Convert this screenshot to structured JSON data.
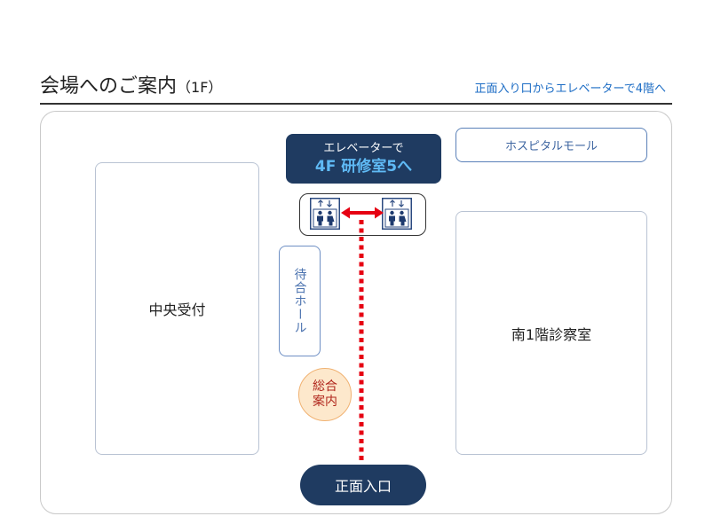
{
  "header": {
    "title": "会場へのご案内",
    "floor": "（1F）",
    "note": "正面入り口からエレベーターで4階へ"
  },
  "map": {
    "elevator_sign": {
      "line1": "エレベーターで",
      "line2": "4F 研修室5へ"
    },
    "central_reception": "中央受付",
    "hospital_mall": "ホスピタルモール",
    "south_exam_room": "南1階診察室",
    "waiting_hall": "待合ホール",
    "information": {
      "line1": "総合",
      "line2": "案内"
    },
    "main_entrance": "正面入口",
    "elevators": [
      {
        "icon": "elevator-icon"
      },
      {
        "icon": "elevator-icon"
      }
    ],
    "route": {
      "icons": [
        "double-arrow-icon",
        "dotted-route-line"
      ]
    }
  },
  "colors": {
    "navy": "#1f3b61",
    "accent": "#1a6bc4",
    "route": "#e60012",
    "sign_highlight": "#5fbaf5",
    "info_fill": "#fde8cc",
    "info_border": "#f0b272",
    "info_text": "#b0261c"
  }
}
